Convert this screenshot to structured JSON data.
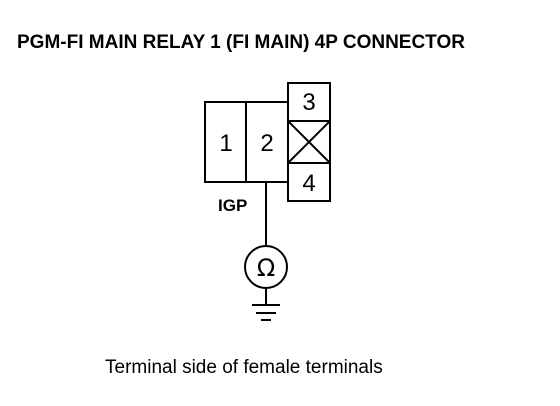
{
  "title": "PGM-FI MAIN RELAY 1 (FI MAIN) 4P CONNECTOR",
  "connector": {
    "pins": [
      {
        "number": "1"
      },
      {
        "number": "2"
      },
      {
        "number": "3"
      },
      {
        "number": "4"
      }
    ],
    "signal_label": "IGP"
  },
  "meter": {
    "symbol": "Ω",
    "icon": "ohmmeter-icon"
  },
  "ground": {
    "icon": "ground-symbol-icon"
  },
  "caption": "Terminal side of female terminals"
}
